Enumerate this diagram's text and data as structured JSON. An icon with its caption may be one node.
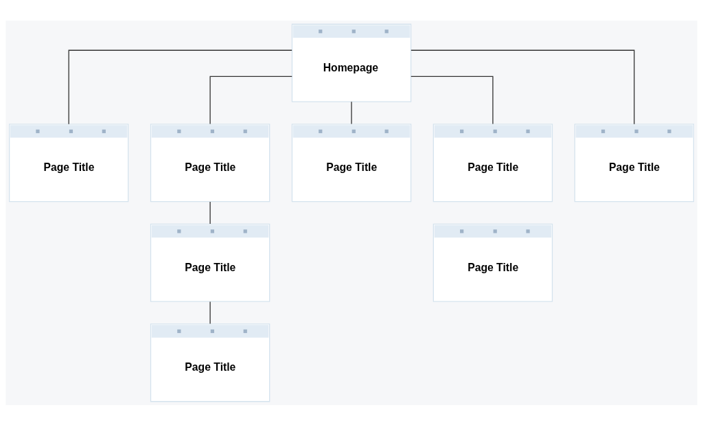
{
  "diagram": {
    "nodes": [
      {
        "text": [
          "Homepage"
        ]
      },
      {
        "text": [
          "Page Title"
        ]
      },
      {
        "text": [
          "Page Title"
        ]
      },
      {
        "text": [
          "Page Title"
        ]
      },
      {
        "text": [
          "Page Title"
        ]
      },
      {
        "text": [
          "Page Title"
        ]
      },
      {
        "text": [
          "Page Title"
        ]
      },
      {
        "text": [
          "Page Title"
        ]
      },
      {
        "text": [
          "Page Title"
        ]
      }
    ],
    "edges": [
      {
        "from": 0,
        "to": 1,
        "arrow": "none"
      },
      {
        "from": 0,
        "to": 2,
        "arrow": "none"
      },
      {
        "from": 0,
        "to": 3,
        "arrow": "none"
      },
      {
        "from": 0,
        "to": 4,
        "arrow": "none"
      },
      {
        "from": 0,
        "to": 5,
        "arrow": "none"
      },
      {
        "from": 2,
        "to": 6,
        "arrow": "none"
      },
      {
        "from": 6,
        "to": 8,
        "arrow": "none"
      }
    ]
  }
}
